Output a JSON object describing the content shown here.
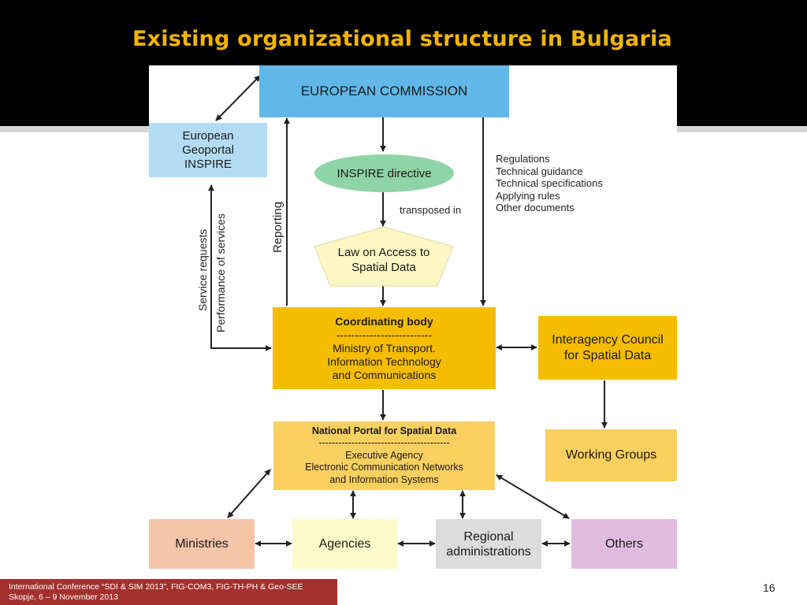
{
  "slide": {
    "title": "Existing organizational structure in Bulgaria",
    "page_number": "16",
    "footer_line1": "International Conference “SDI & SIM 2013”, FIG-COM3, FIG-TH-PH & Geo-SEE",
    "footer_line2": "Skopje, 6 – 9 November 2013"
  },
  "diagram": {
    "european_commission": "EUROPEAN COMMISSION",
    "geoportal": {
      "line1": "European",
      "line2": "Geoportal",
      "line3": "INSPIRE"
    },
    "inspire_directive": "INSPIRE directive",
    "transposed_in": "transposed in",
    "law": {
      "line1": "Law on Access to",
      "line2": "Spatial Data"
    },
    "documents": [
      "Regulations",
      "Technical guidance",
      "Technical specifications",
      "Applying rules",
      "Other documents"
    ],
    "reporting": "Reporting",
    "service_requests": "Service requests",
    "performance_of_services": "Performance of services",
    "coordinating_body": {
      "title": "Coordinating body",
      "dashes": "--------------------------",
      "line1": "Ministry of Transport.",
      "line2": "Information Technology",
      "line3": "and Communications"
    },
    "interagency_council": {
      "line1": "Interagency Council",
      "line2": "for Spatial Data"
    },
    "national_portal": {
      "title": "National Portal for Spatial Data",
      "dashes": "----------------------------------------",
      "line1": "Executive Agency",
      "line2": "Electronic Communication Networks",
      "line3": "and Information Systems"
    },
    "working_groups": "Working Groups",
    "ministries": "Ministries",
    "agencies": "Agencies",
    "regional": {
      "line1": "Regional",
      "line2": "administrations"
    },
    "others": "Others",
    "colors": {
      "commission": "#61b8e8",
      "geoportal": "#b3dcf4",
      "inspire": "#8fd4a6",
      "law": "#fcf6c4",
      "coordinating": "#f6bd00",
      "portal": "#f9cf5f",
      "ministries": "#f4c3a8",
      "agencies": "#fcfac8",
      "regional": "#dcdcdc",
      "others": "#dfbcdf"
    }
  }
}
